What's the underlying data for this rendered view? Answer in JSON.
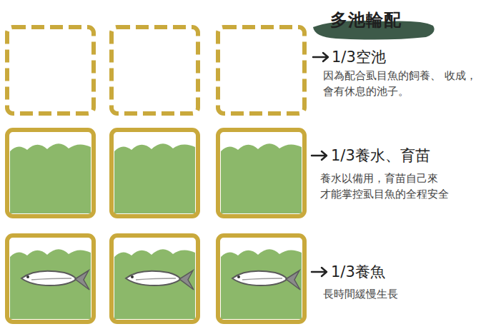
{
  "diagram": {
    "title": "多池輪配",
    "labels": [
      "1/3空池",
      "因為配合虱目魚的飼養、 收成，會有休息的池子。",
      "1/3養水、育苗",
      "養水以備用，育苗自己來 才能掌控虱目魚的全程安全",
      "1/3養魚",
      "長時間緩慢生長"
    ]
  }
}
